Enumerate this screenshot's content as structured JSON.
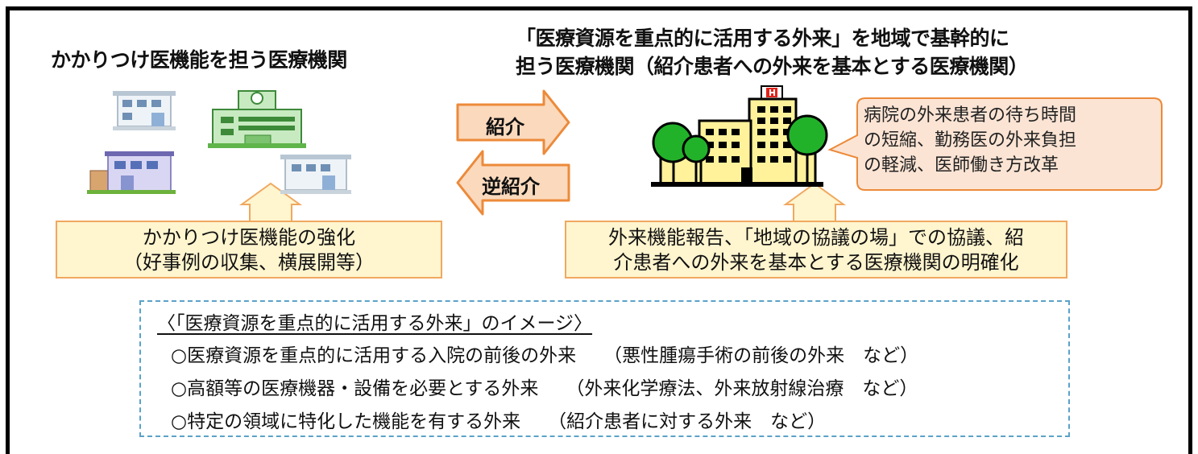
{
  "left_title": "かかりつけ医機能を担う医療機関",
  "right_title": {
    "line1": "「医療資源を重点的に活用する外来」を地域で基幹的に",
    "line2": "担う医療機関（紹介患者への外来を基本とする医療機関）"
  },
  "arrows": {
    "referral": "紹介",
    "reverse_referral": "逆紹介"
  },
  "callout": {
    "line1": "病院の外来患者の待ち時間",
    "line2": "の短縮、勤務医の外来負担",
    "line3": "の軽減、医師働き方改革"
  },
  "left_box": {
    "line1": "かかりつけ医機能の強化",
    "line2": "（好事例の収集、横展開等）"
  },
  "right_box": {
    "line1": "外来機能報告、「地域の協議の場」での協議、紹",
    "line2": "介患者への外来を基本とする医療機関の明確化"
  },
  "image_box": {
    "heading": "〈「医療資源を重点的に活用する外来」のイメージ〉",
    "items": [
      {
        "main": "○医療資源を重点的に活用する入院の前後の外来",
        "note": "（悪性腫瘍手術の前後の外来　など）"
      },
      {
        "main": "○高額等の医療機器・設備を必要とする外来",
        "note": "（外来化学療法、外来放射線治療　など）"
      },
      {
        "main": "○特定の領域に特化した機能を有する外来",
        "note": "（紹介患者に対する外来　など）"
      }
    ]
  },
  "colors": {
    "arrow_fill": "#fbd9bd",
    "arrow_stroke": "#ec8a3a",
    "box_fill": "#fff5cf",
    "callout_fill": "#fce4d4",
    "dash_border": "#5aa2c8",
    "hospital_yellow": "#fff29a",
    "tree_green": "#22b22a"
  }
}
